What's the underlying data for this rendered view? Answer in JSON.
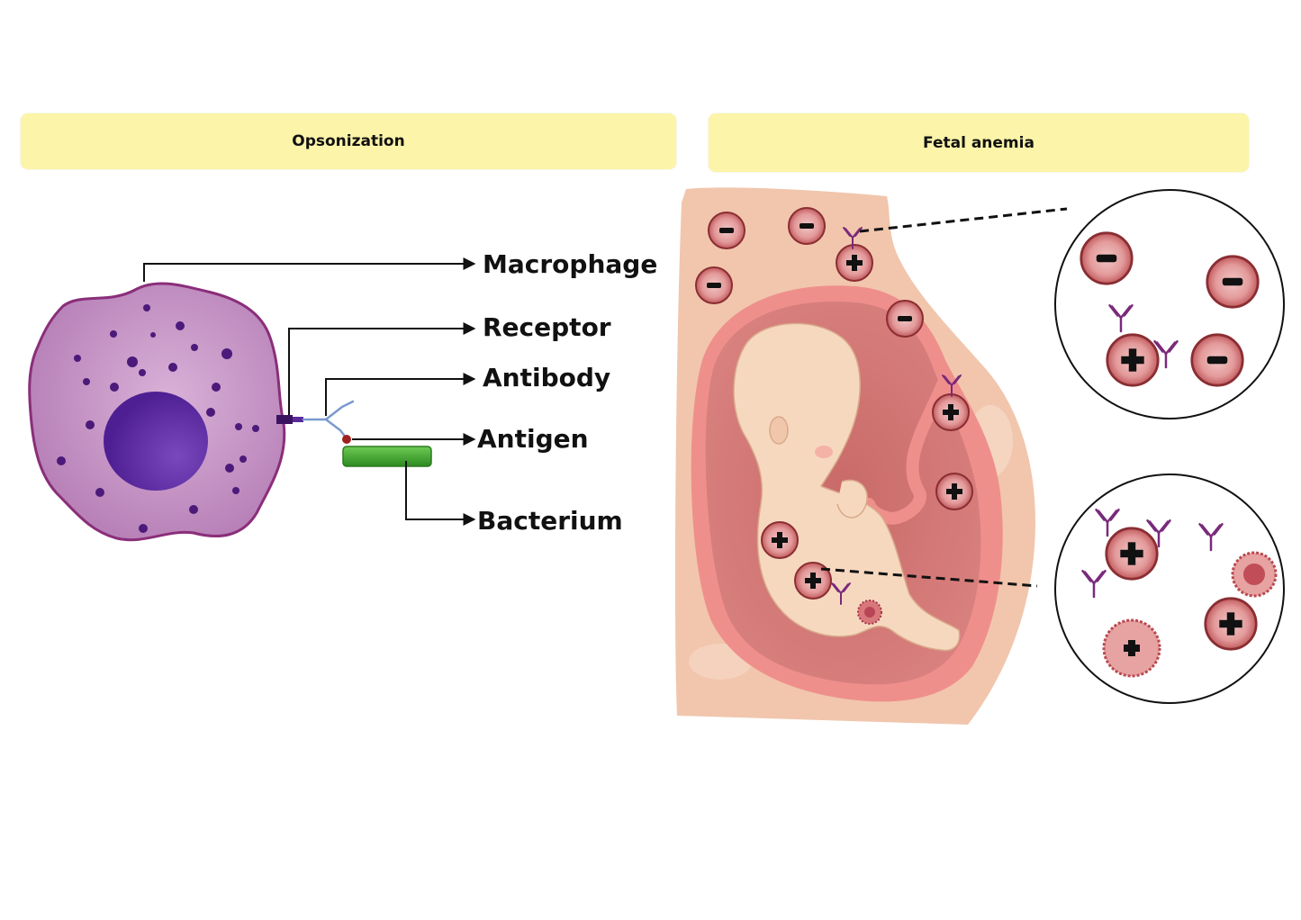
{
  "panels": {
    "left_title": "Opsonization",
    "right_title": "Fetal anemia"
  },
  "labels": {
    "macrophage": "Macrophage",
    "receptor": "Receptor",
    "antibody": "Antibody",
    "antigen": "Antigen",
    "bacterium": "Bacterium"
  },
  "colors": {
    "header_bg": "#fbf4a9",
    "macrophage": "#c58dc6",
    "nucleus": "#5a2a9a",
    "bacterium": "#3a9a2a",
    "rbc": "#c9575b",
    "antibody": "#7a2a7a",
    "uterus_skin": "#f1c6ad",
    "amniotic": "#cf7a76"
  }
}
